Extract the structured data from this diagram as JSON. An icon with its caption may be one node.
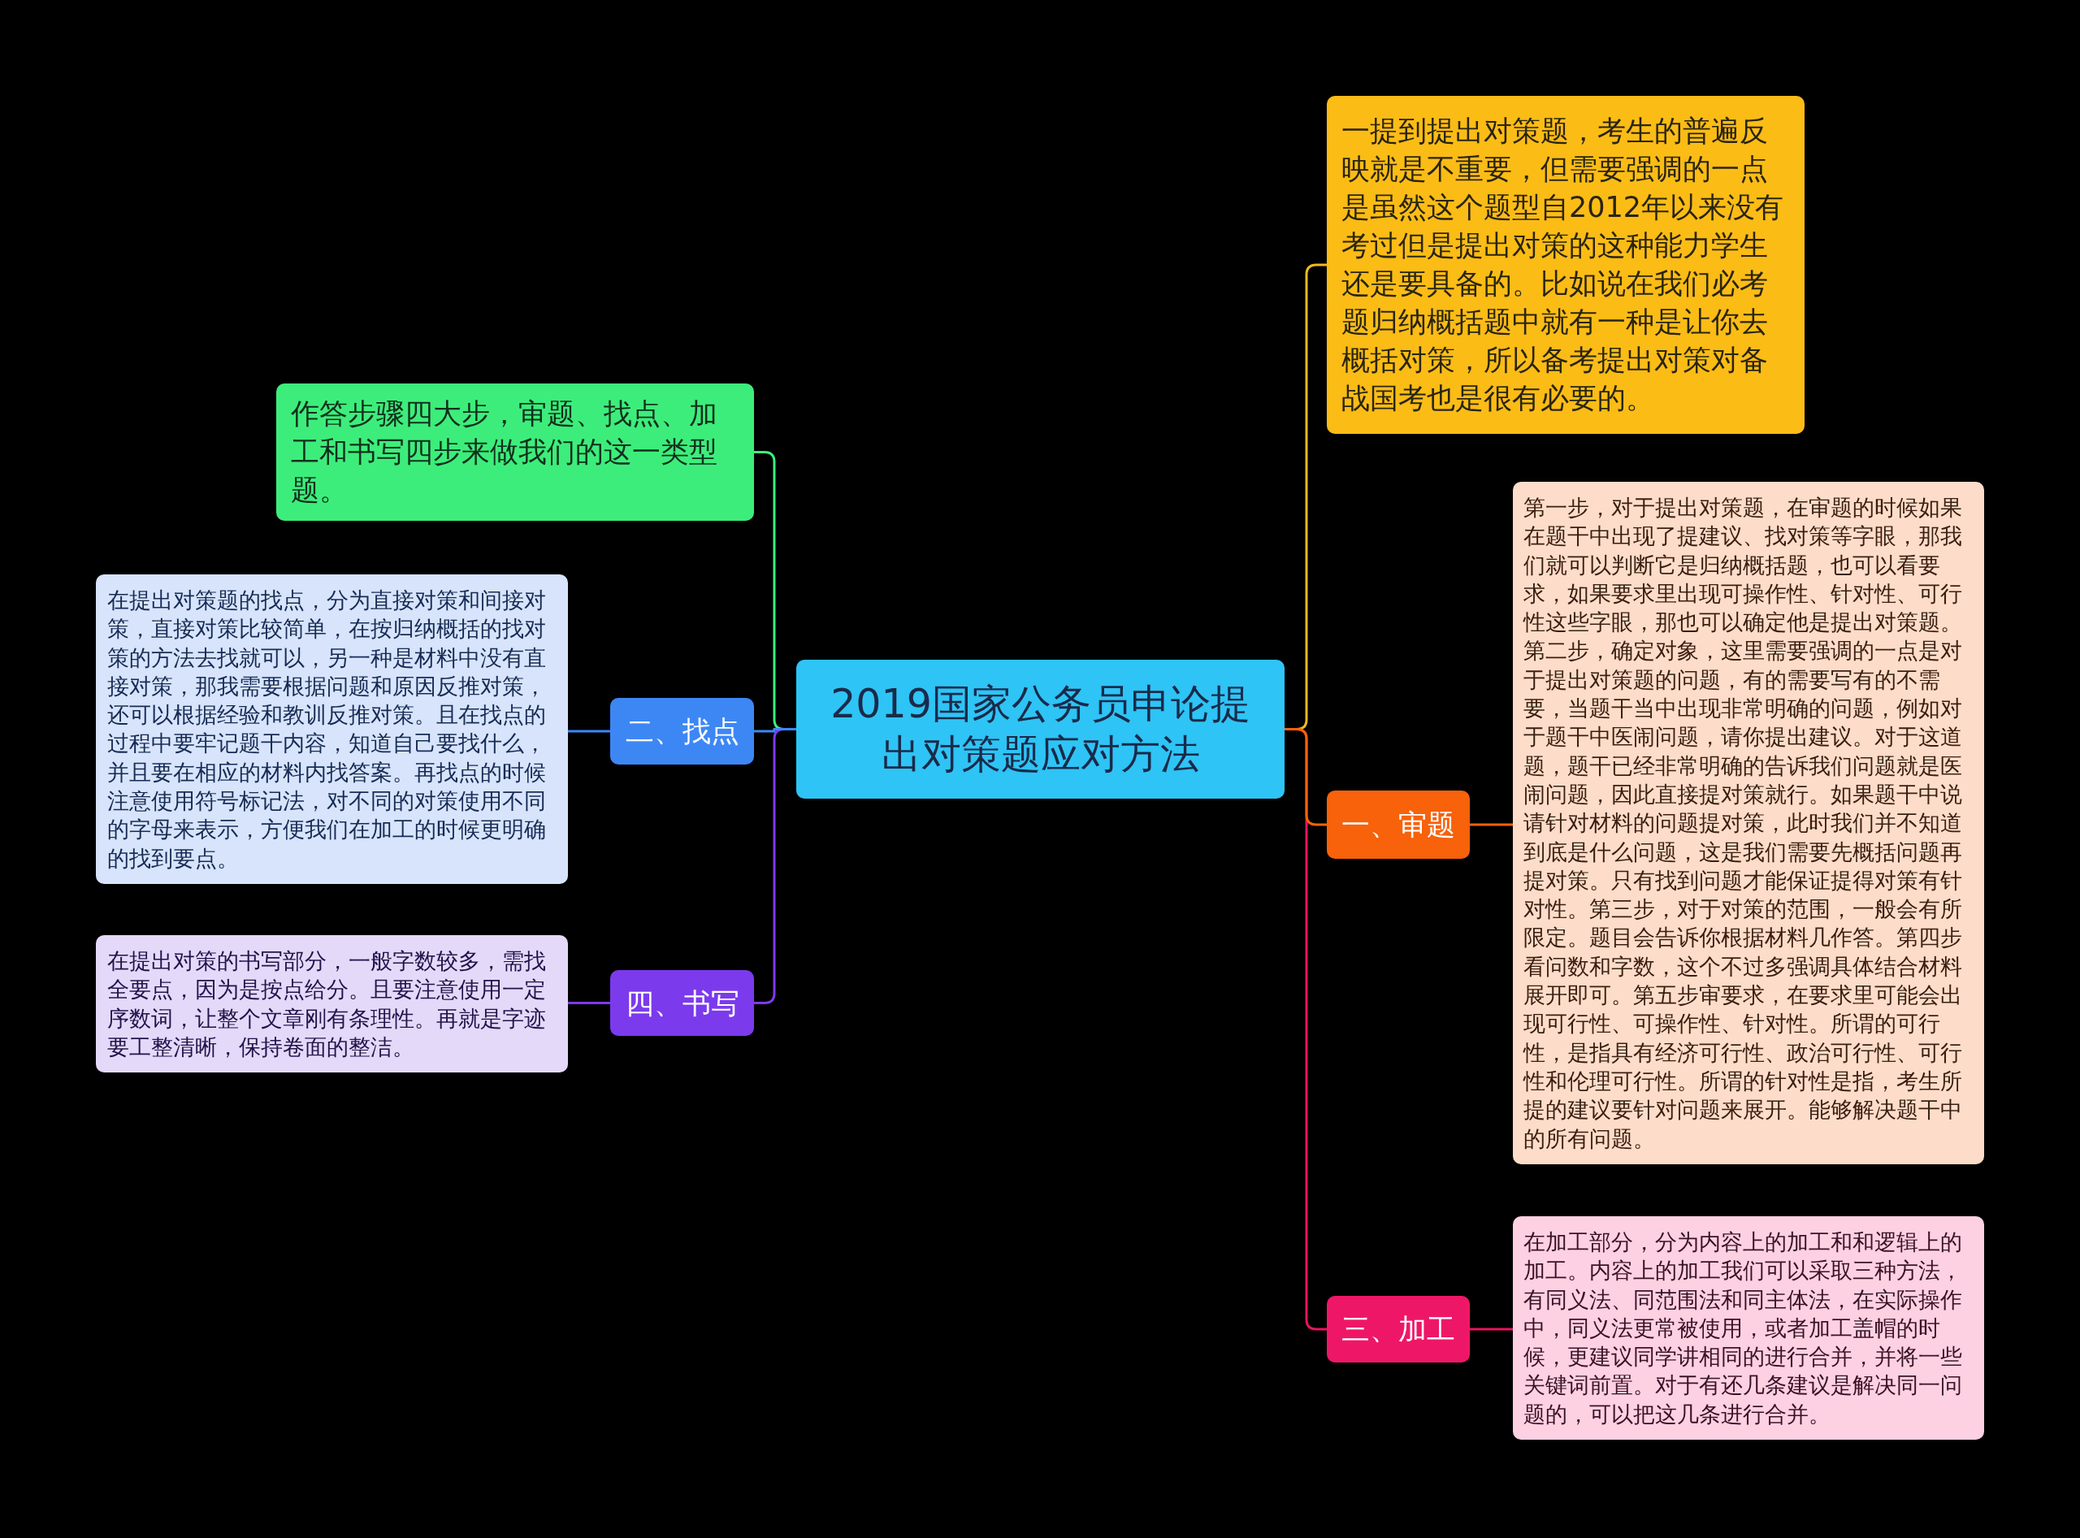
{
  "diagram": {
    "nodes": [
      {
        "text": [
          "2019国家公务员申论提出对策题应对方法"
        ]
      },
      {
        "text": [
          "一提到提出对策题，考生的普遍反映就是不重要，但需要强调的一点是虽然这个题型自2012年以来没有考过但是提出对策的这种能力学生还是要具备的。比如说在我们必考题归纳概括题中就有一种是让你去概括对策，所以备考提出对策对备战国考也是很有必要的。"
        ]
      },
      {
        "text": [
          "一、审题"
        ]
      },
      {
        "text": [
          "第一步，对于提出对策题，在审题的时候如果在题干中出现了提建议、找对策等字眼，那我们就可以判断它是归纳概括题，也可以看要求，如果要求里出现可操作性、针对性、可行性这些字眼，那也可以确定他是提出对策题。第二步，确定对象，这里需要强调的一点是对于提出对策题的问题，有的需要写有的不需要，当题干当中出现非常明确的问题，例如对于题干中医闹问题，请你提出建议。对于这道题，题干已经非常明确的告诉我们问题就是医闹问题，因此直接提对策就行。如果题干中说请针对材料的问题提对策，此时我们并不知道到底是什么问题，这是我们需要先概括问题再提对策。只有找到问题才能保证提得对策有针对性。第三步，对于对策的范围，一般会有所限定。题目会告诉你根据材料几作答。第四步看问数和字数，这个不过多强调具体结合材料展开即可。第五步审要求，在要求里可能会出现可行性、可操作性、针对性。所谓的可行性，是指具有经济可行性、政治可行性、可行性和伦理可行性。所谓的针对性是指，考生所提的建议要针对问题来展开。能够解决题干中的所有问题。"
        ]
      },
      {
        "text": [
          "三、加工"
        ]
      },
      {
        "text": [
          "在加工部分，分为内容上的加工和和逻辑上的加工。内容上的加工我们可以采取三种方法，有同义法、同范围法和同主体法，在实际操作中，同义法更常被使用，或者加工盖帽的时候，更建议同学讲相同的进行合并，并将一些关键词前置。对于有还几条建议是解决同一问题的，可以把这几条进行合并。"
        ]
      },
      {
        "text": [
          "作答步骤四大步，审题、找点、加工和书写四步来做我们的这一类型题。"
        ]
      },
      {
        "text": [
          "二、找点"
        ]
      },
      {
        "text": [
          "在提出对策题的找点，分为直接对策和间接对策，直接对策比较简单，在按归纳概括的找对策的方法去找就可以，另一种是材料中没有直接对策，那我需要根据问题和原因反推对策，还可以根据经验和教训反推对策。且在找点的过程中要牢记题干内容，知道自己要找什么，并且要在相应的材料内找答案。再找点的时候注意使用符号标记法，对不同的对策使用不同的字母来表示，方便我们在加工的时候更明确的找到要点。"
        ]
      },
      {
        "text": [
          "四、书写"
        ]
      },
      {
        "text": [
          "在提出对策的书写部分，一般字数较多，需找全要点，因为是按点给分。且要注意使用一定序数词，让整个文章刚有条理性。再就是字迹要工整清晰，保持卷面的整洁。"
        ]
      }
    ],
    "edges": [
      {
        "from": 0,
        "to": 1,
        "arrow": "none",
        "color": "#f5b81c"
      },
      {
        "from": 0,
        "to": 2,
        "arrow": "none",
        "color": "#f7620b"
      },
      {
        "from": 2,
        "to": 3,
        "arrow": "none",
        "color": "#f7620b"
      },
      {
        "from": 0,
        "to": 4,
        "arrow": "none",
        "color": "#e8145f"
      },
      {
        "from": 4,
        "to": 5,
        "arrow": "none",
        "color": "#e8145f"
      },
      {
        "from": 0,
        "to": 6,
        "arrow": "none",
        "color": "#3ded7b"
      },
      {
        "from": 0,
        "to": 7,
        "arrow": "none",
        "color": "#3d87f5"
      },
      {
        "from": 7,
        "to": 8,
        "arrow": "none",
        "color": "#3d87f5"
      },
      {
        "from": 0,
        "to": 9,
        "arrow": "none",
        "color": "#7c3aed"
      },
      {
        "from": 9,
        "to": 10,
        "arrow": "none",
        "color": "#7c3aed"
      }
    ]
  }
}
